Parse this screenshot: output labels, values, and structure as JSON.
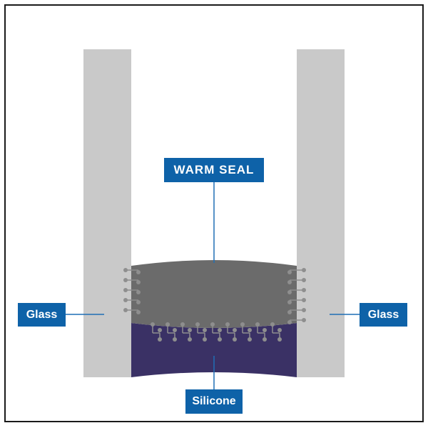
{
  "diagram": {
    "labels": {
      "warm_seal": "WARM SEAL",
      "glass_left": "Glass",
      "glass_right": "Glass",
      "silicone": "Silicone"
    },
    "colors": {
      "glass": "#c9c9c9",
      "warm_seal": "#6b6b6b",
      "silicone": "#3a3165",
      "label_bg": "#0e62a8",
      "leader_line": "#1f6fb6",
      "molecule": "#8e8e8e",
      "frame": "#1a1a1a"
    }
  }
}
